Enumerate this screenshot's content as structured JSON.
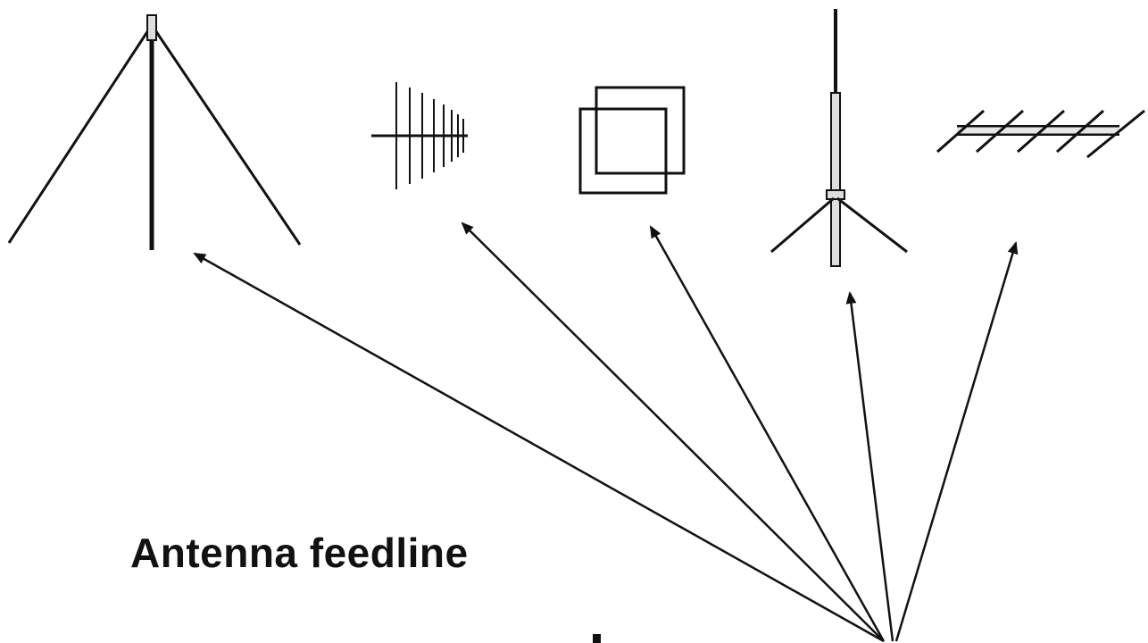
{
  "labels": {
    "feedline": "Antenna feedline"
  },
  "antennas": [
    {
      "kind": "ground-plane-tripod"
    },
    {
      "kind": "log-periodic"
    },
    {
      "kind": "quad-loop"
    },
    {
      "kind": "vertical-with-radials"
    },
    {
      "kind": "yagi"
    }
  ],
  "colors": {
    "line": "#111111",
    "background": "#ffffff"
  }
}
